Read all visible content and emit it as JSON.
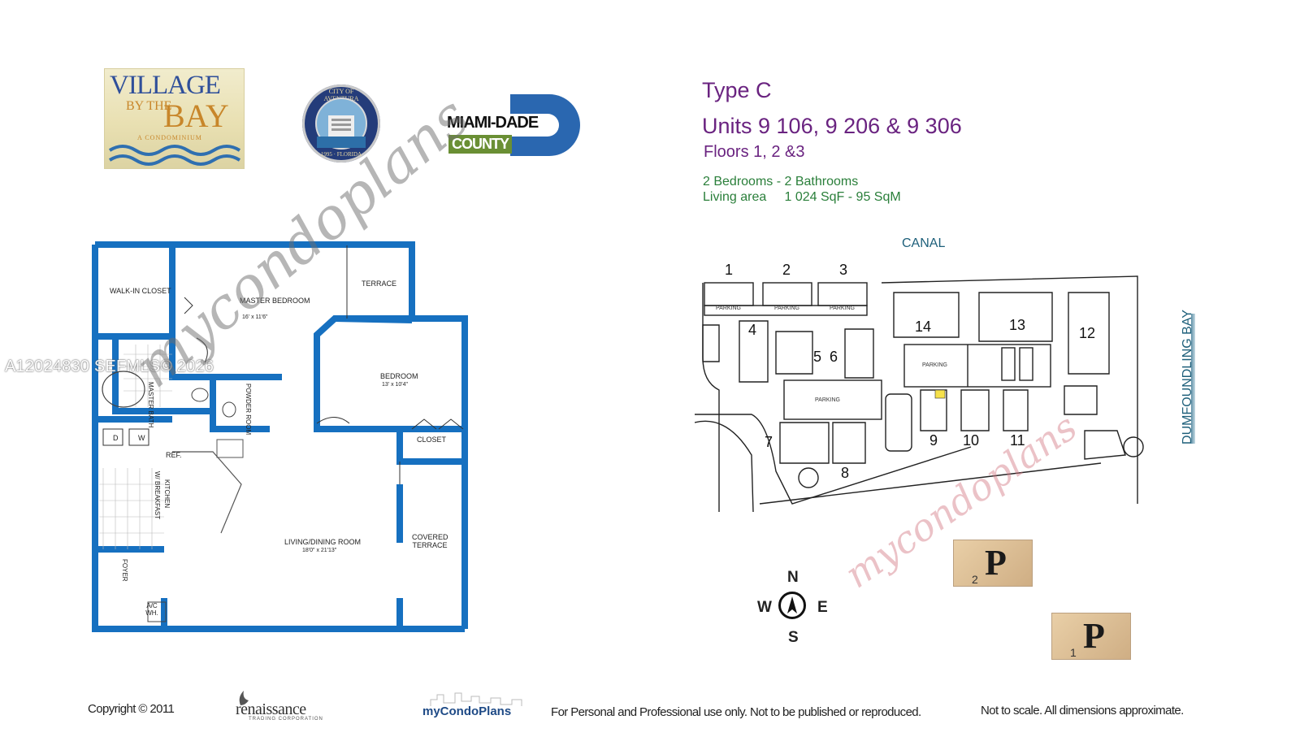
{
  "logos": {
    "village": {
      "line1": "VILLAGE",
      "line2": "BY THE",
      "line3": "BAY",
      "line4": "A CONDOMINIUM"
    },
    "seal": {
      "top": "CITY OF AVENTURA",
      "bottom": "1995 · FLORIDA"
    },
    "miami_dade": {
      "line1": "MIAMI-DADE",
      "line2": "COUNTY"
    }
  },
  "unit": {
    "type": "Type C",
    "units": "Units 9 106, 9 206 & 9 306",
    "floors": "Floors 1, 2 &3",
    "bedrooms": "2 Bedrooms - 2 Bathrooms",
    "area": "Living area     1 024 SqF - 95 SqM"
  },
  "site": {
    "canal": "CANAL",
    "bay": "DUMFOUNDLING BAY",
    "parking": "PARKING",
    "buildings": [
      "1",
      "2",
      "3",
      "4",
      "5",
      "6",
      "7",
      "8",
      "9",
      "10",
      "11",
      "12",
      "13",
      "14"
    ]
  },
  "floorplan": {
    "walk_in_closet": "WALK-IN CLOSET",
    "master_bedroom": "MASTER BEDROOM",
    "master_dim": "16' x 11'6\"",
    "terrace": "TERRACE",
    "bedroom": "BEDROOM",
    "bedroom_dim": "13' x 10'4\"",
    "master_bath": "MASTER BATH",
    "powder_room": "POWDER ROOM",
    "closet": "CLOSET",
    "ref": "REF.",
    "d": "D",
    "w": "W",
    "kitchen": "KITCHEN",
    "breakfast": "W/ BREAKFAST",
    "living": "LIVING/DINING ROOM",
    "living_dim": "18'0\" x 21'13\"",
    "covered_terrace": "COVERED TERRACE",
    "foyer": "FOYER",
    "ac": "A/C WH."
  },
  "compass": {
    "n": "N",
    "s": "S",
    "w": "W",
    "e": "E"
  },
  "ptags": [
    {
      "letter": "P",
      "num": "2"
    },
    {
      "letter": "P",
      "num": "1"
    }
  ],
  "footer": {
    "copyright": "Copyright © 2011",
    "renaissance": "renaissance",
    "renaissance_sub": "TRADING CORPORATION",
    "mycondoplans": "myCondoPlans",
    "usage": "For Personal and Professional use only.  Not to be published or reproduced.",
    "scale": "Not to scale.  All dimensions approximate."
  },
  "watermarks": {
    "listing": "A12024830   SEFMLS© 2026",
    "brand": "mycondoplans",
    "brand_small": "mycondoplans"
  },
  "colors": {
    "wall": "#1670c0",
    "title": "#6a2380",
    "subtitle": "#2a7f3a"
  }
}
